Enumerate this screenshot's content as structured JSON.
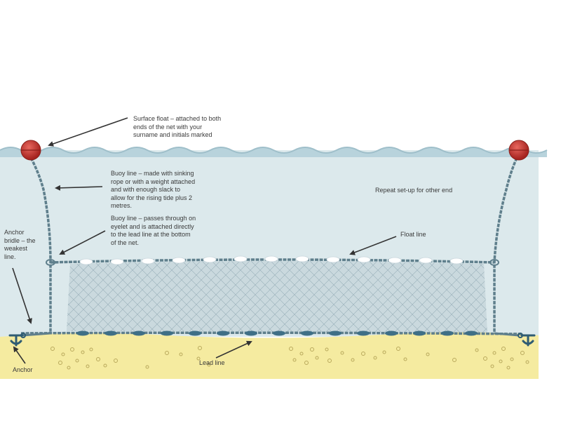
{
  "labels": {
    "surface_float": "Surface float – attached to both\nends of the net with your\nsurname and initials marked",
    "buoy_line_1": "Buoy line – made with sinking\nrope or with a weight attached\nand with enough slack to\nallow for the rising tide plus 2\nmetres.",
    "buoy_line_2": "Buoy line – passes through on\neyelet and is attached directly\nto the lead line at the bottom\nof the net.",
    "repeat_setup": "Repeat set-up for other end",
    "float_line": "Float line",
    "anchor_bridle": "Anchor\nbridle – the\nweakest\nline.",
    "lead_line": "Lead line",
    "anchor": "Anchor"
  },
  "colors": {
    "water": "#dce9ec",
    "surface": "#b8d3dc",
    "sand": "#f5eba0",
    "rope": "#5f7f8c",
    "float": "#c9322a",
    "lead_weight": "#3f6f86",
    "net_float": "#ffffff",
    "arrow": "#333333"
  }
}
